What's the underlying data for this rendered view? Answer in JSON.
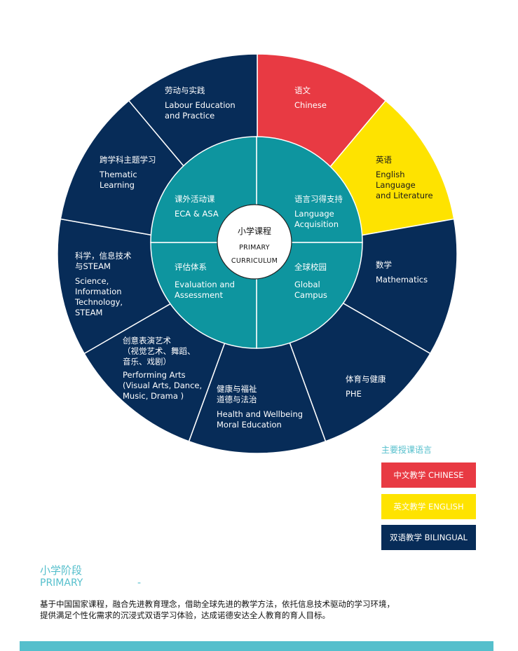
{
  "colors": {
    "navy": "#072c58",
    "red": "#e83a43",
    "yellow": "#fee300",
    "teal": "#0e959f",
    "accent": "#55bfcc"
  },
  "outer_segments": [
    {
      "zh": "语文",
      "en": "Chinese",
      "language": "red"
    },
    {
      "zh": "英语",
      "en": "English\nLanguage\nand Literature",
      "language": "yellow"
    },
    {
      "zh": "数学",
      "en": "Mathematics",
      "language": "navy"
    },
    {
      "zh": "体育与健康",
      "en": "PHE",
      "language": "navy"
    },
    {
      "zh": "健康与福祉\n道德与法治",
      "en": "Health and Wellbeing\nMoral Education",
      "language": "navy"
    },
    {
      "zh": "创意表演艺术\n（视觉艺术、舞蹈、\n音乐、戏剧）",
      "en": " Performing Arts\n(Visual Arts, Dance,\nMusic, Drama )",
      "language": "navy"
    },
    {
      "zh": "科学，信息技术\n与STEAM",
      "en": "Science,\nInformation\nTechnology,\nSTEAM",
      "language": "navy"
    },
    {
      "zh": "跨学科主题学习",
      "en": "Thematic\nLearning",
      "language": "navy"
    },
    {
      "zh": "劳动与实践",
      "en": "Labour Education\nand Practice",
      "language": "navy"
    }
  ],
  "inner_segments": [
    {
      "zh": "语言习得支持",
      "en": "Language\nAcquisition"
    },
    {
      "zh": "全球校园",
      "en": "Global\nCampus"
    },
    {
      "zh": "评估体系",
      "en": "Evaluation and\nAssessment"
    },
    {
      "zh": "课外活动课",
      "en": "ECA & ASA"
    }
  ],
  "center": {
    "zh": "小学课程",
    "en": "PRIMARY\nCURRICULUM"
  },
  "legend": {
    "title": "主要授课语言",
    "items": [
      {
        "label": "中文教学 CHINESE",
        "color": "red"
      },
      {
        "label": "英文教学 ENGLISH",
        "color": "yellow"
      },
      {
        "label": "双语教学 BILINGUAL",
        "color": "navy"
      }
    ]
  },
  "section": {
    "zh": "小学阶段",
    "en": "PRIMARY",
    "dash": "-",
    "description": "基于中国国家课程，融合先进教育理念，借助全球先进的教学方法，依托信息技术驱动的学习环境，\n提供满足个性化需求的沉浸式双语学习体验，达成诺德安达全人教育的育人目标。"
  }
}
